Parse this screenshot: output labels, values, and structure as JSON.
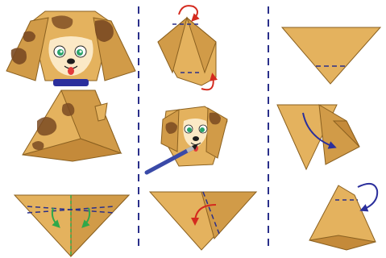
{
  "diagram": {
    "palette": {
      "paper": "#e4b25e",
      "paper_dark": "#c48a3a",
      "paper_shade": "#d19b48",
      "outline": "#8a6020",
      "spot": "#7a4a22",
      "divider": "#2a2f8a",
      "arrow_blue": "#2b2f9c",
      "arrow_red": "#d42a1e",
      "fold_green": "#2fa84a",
      "collar": "#2b2f9c",
      "tongue": "#e23b3b",
      "face": "#fbe9c6",
      "eye": "#2aa36a"
    },
    "columns": [
      {
        "id": "left",
        "steps": [
          "finished-dog",
          "triangle-with-fold-arrows"
        ]
      },
      {
        "id": "middle",
        "steps": [
          "head-with-fold-arrows",
          "head-being-painted",
          "triangle-corner-fold"
        ]
      },
      {
        "id": "right",
        "steps": [
          "triangle-fold-line",
          "body-fold-arrow",
          "tail-fold-arrow"
        ]
      }
    ]
  }
}
